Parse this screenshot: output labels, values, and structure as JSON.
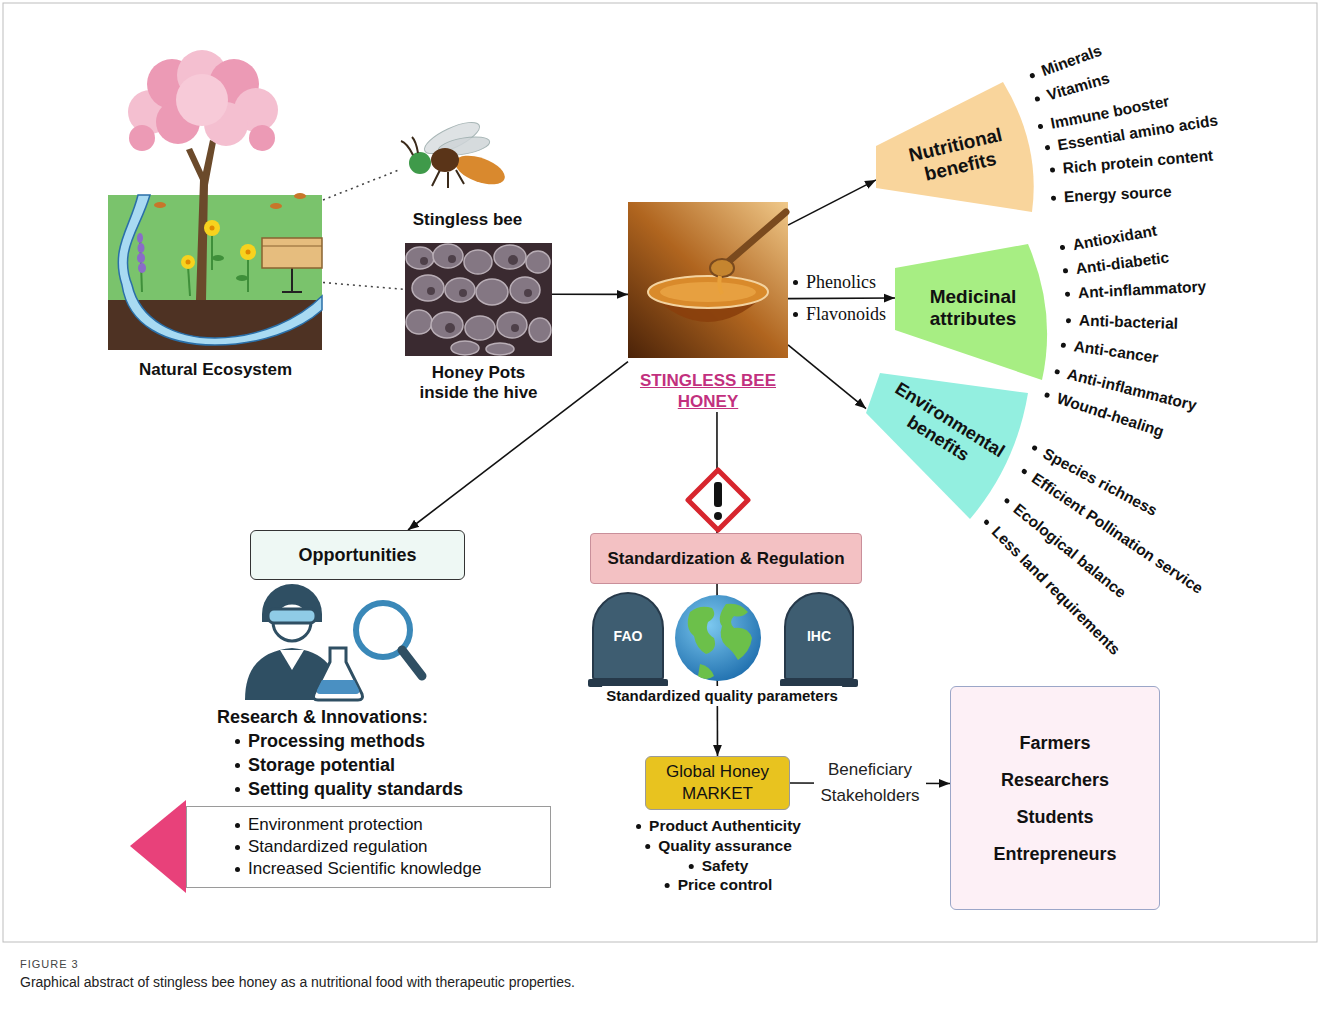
{
  "diagram": {
    "caption": "Graphical abstract of stingless bee honey as a nutritional food with therapeutic properties.",
    "nodes": [
      {
        "text": [
          "Natural Ecosystem"
        ]
      },
      {
        "text": [
          "Stingless bee"
        ]
      },
      {
        "text": [
          "Honey Pots inside the hive"
        ]
      },
      {
        "text": [
          "STINGLESS BEE HONEY"
        ]
      },
      {
        "text": [
          "Nutritional benefits"
        ]
      },
      {
        "text": [
          "Medicinal attributes"
        ]
      },
      {
        "text": [
          "Environmental benefits"
        ]
      },
      {
        "text": [
          "Opportunities"
        ]
      },
      {
        "text": [
          "Standardization & Regulation"
        ]
      },
      {
        "text": [
          "FAO"
        ]
      },
      {
        "text": [
          "IHC"
        ]
      },
      {
        "text": [
          "Global Honey MARKET"
        ]
      },
      {
        "text": [
          "Farmers",
          "Researchers",
          "Students",
          "Entrepreneurs"
        ]
      },
      {
        "text": [
          "Environment protection",
          "Standardized regulation",
          "Increased Scientific knowledge"
        ]
      }
    ],
    "edges": [
      {
        "from": 0,
        "to": 1,
        "arrow": "none"
      },
      {
        "from": 0,
        "to": 2,
        "arrow": "none"
      },
      {
        "from": 2,
        "to": 3,
        "arrow": "to"
      },
      {
        "from": 3,
        "to": 4,
        "arrow": "to"
      },
      {
        "from": 3,
        "to": 5,
        "arrow": "to"
      },
      {
        "from": 3,
        "to": 6,
        "arrow": "to"
      },
      {
        "from": 3,
        "to": 7,
        "arrow": "to"
      },
      {
        "from": 3,
        "to": 8,
        "arrow": "to"
      },
      {
        "from": 8,
        "to": 11,
        "arrow": "to"
      },
      {
        "from": 11,
        "to": 12,
        "label": "Beneficiary Stakeholders",
        "arrow": "to"
      }
    ],
    "labels": [
      "Phenolics",
      "Flavonoids",
      "Minerals",
      "Vitamins",
      "Immune booster",
      "Essential amino acids",
      "Rich protein content",
      "Energy source",
      "Antioxidant",
      "Anti-diabetic",
      "Ant-inflammatory",
      "Anti-bacterial",
      "Anti-cancer",
      "Anti-inflammatory",
      "Wound-healing",
      "Species richness",
      "Efficient Pollination service",
      "Ecological balance",
      "Less land requirements",
      "Research & Innovations:",
      "Processing methods",
      "Storage potential",
      "Setting quality standards",
      "Standardized quality parameters",
      "Product Authenticity",
      "Quality assurance",
      "Safety",
      "Price control",
      "FIGURE 3"
    ]
  }
}
